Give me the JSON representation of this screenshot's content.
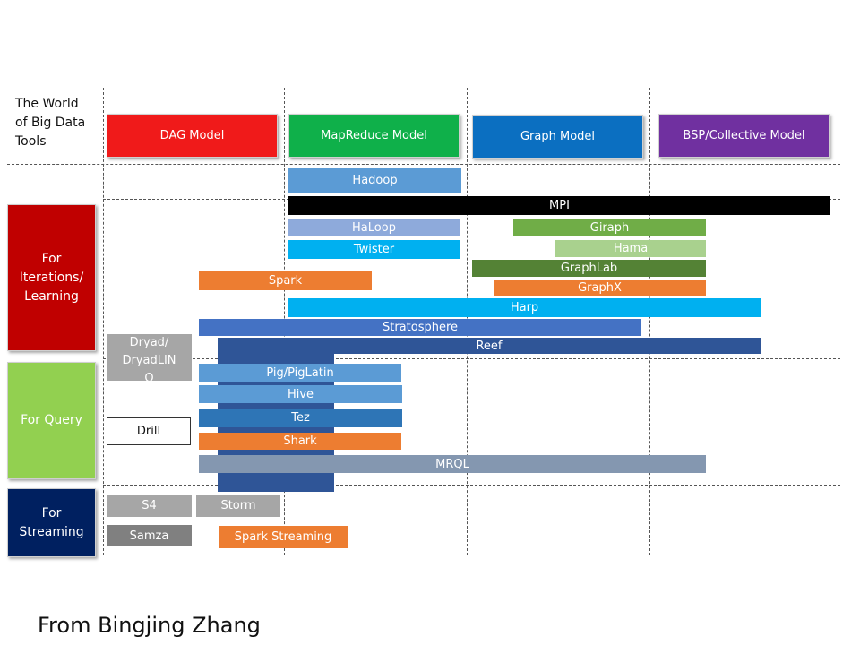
{
  "title": "The World\nof Big Data\nTools",
  "credit": "From Bingjing Zhang",
  "models": {
    "dag": {
      "label": "DAG Model",
      "color": "#f01a1a"
    },
    "mapreduce": {
      "label": "MapReduce Model",
      "color": "#0fb04a"
    },
    "graph": {
      "label": "Graph Model",
      "color": "#0b6fc1"
    },
    "bsp": {
      "label": "BSP/Collective Model",
      "color": "#7030a0"
    }
  },
  "categories": {
    "iterations": {
      "label": "For\nIterations/\nLearning",
      "color": "#c00000"
    },
    "query": {
      "label": "For Query",
      "color": "#92d050"
    },
    "streaming": {
      "label": "For\nStreaming",
      "color": "#002060"
    }
  },
  "tools": {
    "hadoop": {
      "label": "Hadoop",
      "color": "#5b9bd5"
    },
    "mpi": {
      "label": "MPI",
      "color": "#000000"
    },
    "haloop": {
      "label": "HaLoop",
      "color": "#8eaadb"
    },
    "twister": {
      "label": "Twister",
      "color": "#00b0f0"
    },
    "giraph": {
      "label": "Giraph",
      "color": "#70ad47"
    },
    "hama": {
      "label": "Hama",
      "color": "#a9d18e"
    },
    "graphlab": {
      "label": "GraphLab",
      "color": "#548235"
    },
    "graphx": {
      "label": "GraphX",
      "color": "#ed7d31"
    },
    "spark": {
      "label": "Spark",
      "color": "#ed7d31"
    },
    "harp": {
      "label": "Harp",
      "color": "#00b0f0"
    },
    "stratosphere": {
      "label": "Stratosphere",
      "color": "#4472c4"
    },
    "reef": {
      "label": "Reef",
      "color": "#2f5597"
    },
    "dryad": {
      "label": "Dryad/\nDryadLIN\nQ",
      "color": "#a6a6a6"
    },
    "pig": {
      "label": "Pig/PigLatin",
      "color": "#5b9bd5"
    },
    "hive": {
      "label": "Hive",
      "color": "#5b9bd5"
    },
    "tez": {
      "label": "Tez",
      "color": "#2e75b6"
    },
    "shark": {
      "label": "Shark",
      "color": "#ed7d31"
    },
    "drill": {
      "label": "Drill"
    },
    "mrql": {
      "label": "MRQL",
      "color": "#8497b0"
    },
    "s4": {
      "label": "S4",
      "color": "#a6a6a6"
    },
    "storm": {
      "label": "Storm",
      "color": "#a6a6a6"
    },
    "samza": {
      "label": "Samza",
      "color": "#808080"
    },
    "spark_streaming": {
      "label": "Spark Streaming",
      "color": "#ed7d31"
    }
  }
}
